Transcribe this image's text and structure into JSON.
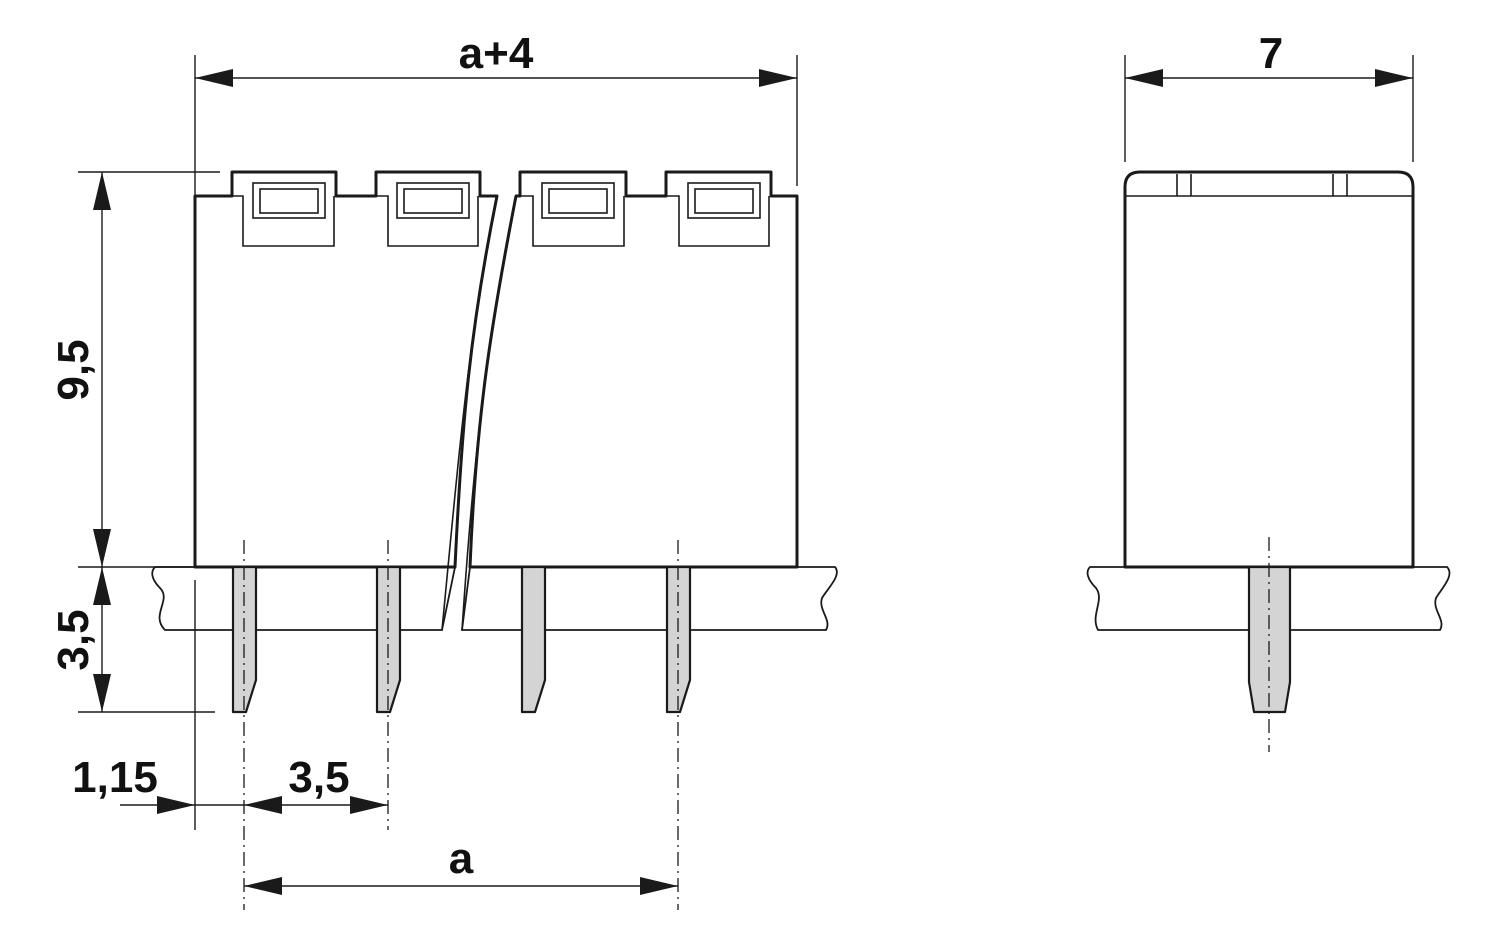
{
  "dimensions": {
    "overall_width": "a+4",
    "depth": "7",
    "body_height": "9,5",
    "pin_length": "3,5",
    "edge_offset": "1,15",
    "pitch": "3,5",
    "pin_span": "a"
  }
}
